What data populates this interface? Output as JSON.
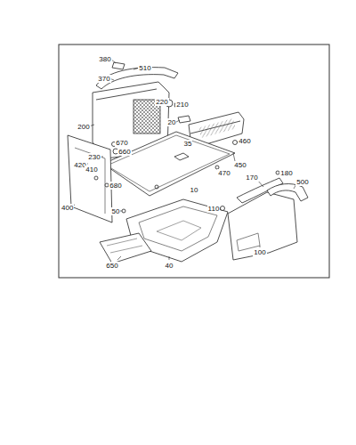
{
  "diagram": {
    "labels": [
      "380",
      "510",
      "370",
      "220",
      "210",
      "200",
      "20",
      "35",
      "460",
      "670",
      "660",
      "230",
      "450",
      "420",
      "410",
      "680",
      "10",
      "470",
      "170",
      "180",
      "500",
      "400",
      "110",
      "50",
      "100",
      "650",
      "40"
    ]
  }
}
